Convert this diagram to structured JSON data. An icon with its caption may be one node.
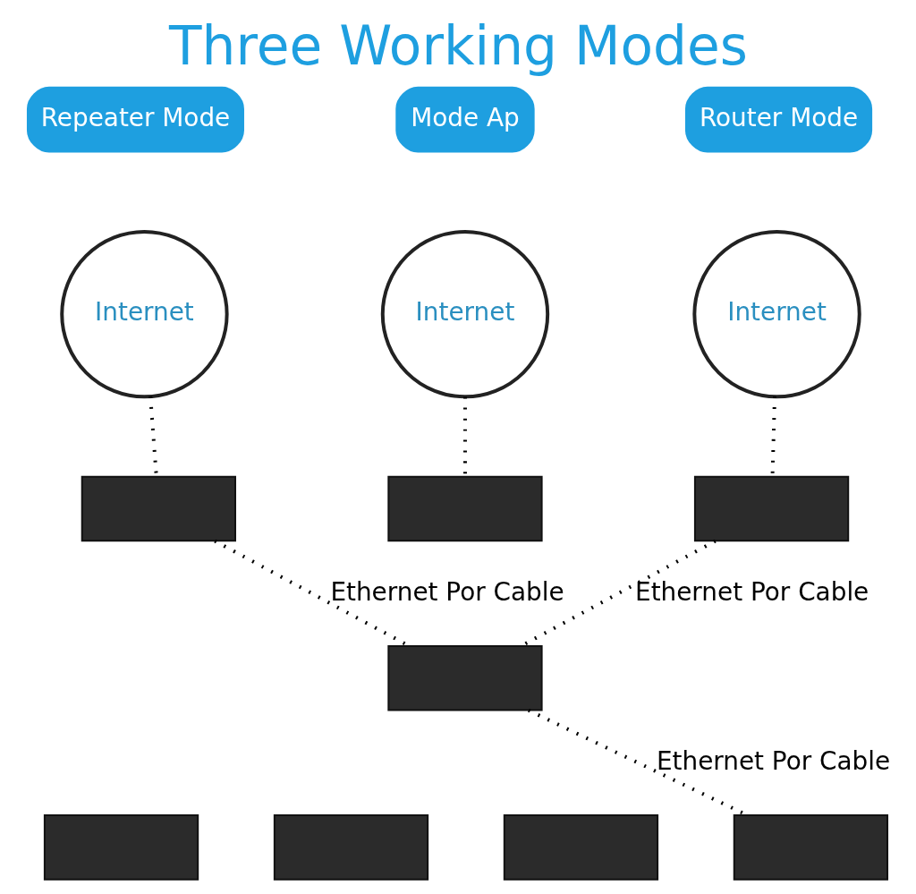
{
  "diagram": {
    "title": "Three Working Modes",
    "nodes": [
      {
        "text": [
          "Repeater Mode"
        ]
      },
      {
        "text": [
          "Mode Ap"
        ]
      },
      {
        "text": [
          "Router Mode"
        ]
      },
      {
        "text": [
          "Internet"
        ]
      },
      {
        "text": [
          "Internet"
        ]
      },
      {
        "text": [
          "Internet"
        ]
      },
      {
        "text": [],
        "shape": "box"
      },
      {
        "text": [],
        "shape": "box"
      },
      {
        "text": [],
        "shape": "box"
      },
      {
        "text": [],
        "shape": "box"
      },
      {
        "text": [],
        "shape": "box"
      },
      {
        "text": [],
        "shape": "box"
      },
      {
        "text": [],
        "shape": "box"
      },
      {
        "text": [],
        "shape": "box"
      }
    ],
    "edges": [
      {
        "from": 3,
        "to": 6,
        "arrow": "none",
        "style": "dashed"
      },
      {
        "from": 4,
        "to": 7,
        "arrow": "none",
        "style": "dashed"
      },
      {
        "from": 5,
        "to": 8,
        "arrow": "none",
        "style": "dashed"
      },
      {
        "from": 6,
        "to": 9,
        "arrow": "none",
        "style": "dashed",
        "label": "Ethernet Por Cable"
      },
      {
        "from": 8,
        "to": 9,
        "arrow": "none",
        "style": "dashed",
        "label": "Ethernet Por Cable"
      },
      {
        "from": 9,
        "to": 13,
        "arrow": "none",
        "style": "dashed",
        "label": "Ethernet Por Cable"
      }
    ]
  }
}
